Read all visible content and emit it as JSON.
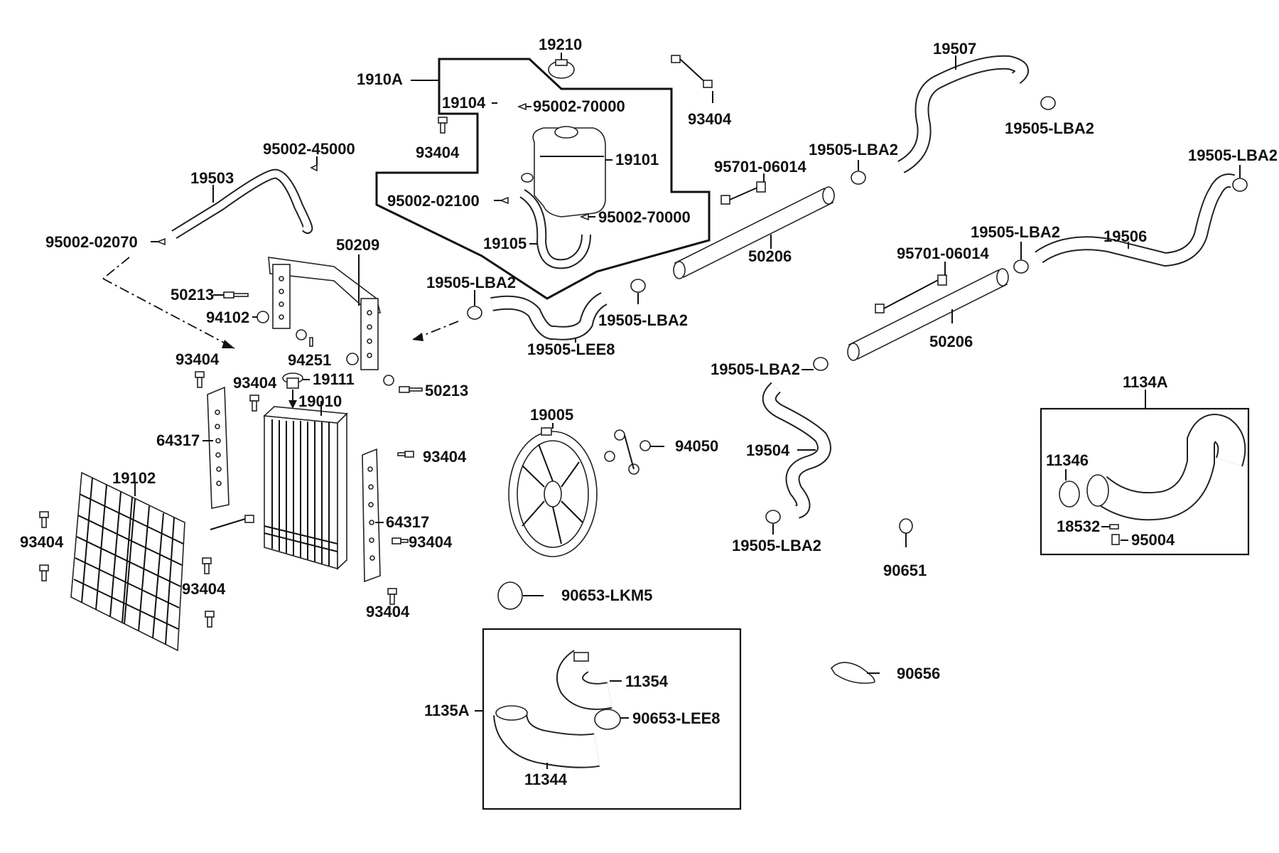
{
  "labels": {
    "p19210": "19210",
    "p1910A": "1910A",
    "p19104": "19104",
    "p95002_70000_a": "95002-70000",
    "p93404_a": "93404",
    "p93404_b": "93404",
    "p19101": "19101",
    "p95002_02100": "95002-02100",
    "p95002_70000_b": "95002-70000",
    "p19105": "19105",
    "p19507": "19507",
    "p19505_LBA2_a": "19505-LBA2",
    "p19505_LBA2_b": "19505-LBA2",
    "p95701_06014_a": "95701-06014",
    "p19505_LBA2_c": "19505-LBA2",
    "p19506": "19506",
    "p50206_a": "50206",
    "p19505_LBA2_d": "19505-LBA2",
    "p95701_06014_b": "95701-06014",
    "p50206_b": "50206",
    "p95002_45000": "95002-45000",
    "p19503": "19503",
    "p95002_02070": "95002-02070",
    "p50209": "50209",
    "p50213_a": "50213",
    "p94102": "94102",
    "p93404_c": "93404",
    "p94251": "94251",
    "p19111": "19111",
    "p50213_b": "50213",
    "p93404_d": "93404",
    "p19010": "19010",
    "p64317_a": "64317",
    "p93404_e": "93404",
    "p19102": "19102",
    "p64317_b": "64317",
    "p93404_f": "93404",
    "p93404_g": "93404",
    "p93404_h": "93404",
    "p93404_i": "93404",
    "p19505_LBA2_e": "19505-LBA2",
    "p19505_LBA2_f": "19505-LBA2",
    "p19505_LEE8": "19505-LEE8",
    "p19005": "19005",
    "p94050": "94050",
    "p19505_LBA2_g": "19505-LBA2",
    "p19504": "19504",
    "p19505_LBA2_h": "19505-LBA2",
    "p90651": "90651",
    "p1134A": "1134A",
    "p11346": "11346",
    "p18532": "18532",
    "p95004": "95004",
    "p90653_LKM5": "90653-LKM5",
    "p11354": "11354",
    "p1135A": "1135A",
    "p90653_LEE8": "90653-LEE8",
    "p11344": "11344",
    "p90656": "90656"
  }
}
